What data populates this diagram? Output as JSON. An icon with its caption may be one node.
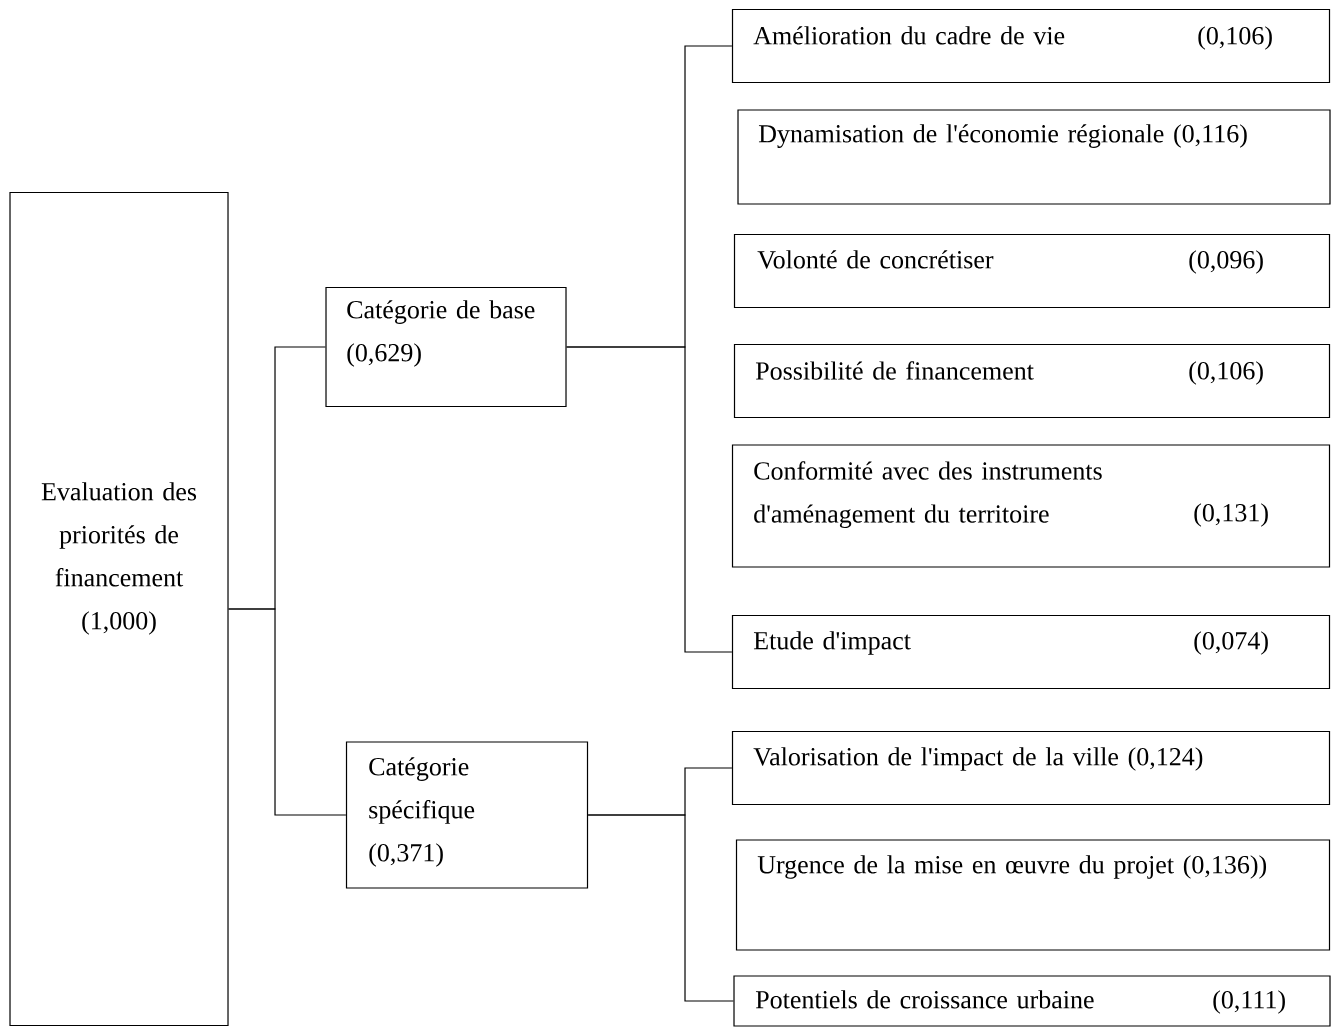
{
  "diagram": {
    "nodes": [
      {
        "text": [
          "Evaluation des priorités de financement (1,000)"
        ]
      },
      {
        "text": [
          "Catégorie de base (0,629)"
        ]
      },
      {
        "text": [
          "Amélioration du cadre de vie",
          "(0,106)"
        ]
      },
      {
        "text": [
          "Dynamisation de l'économie régionale (0,116)"
        ]
      },
      {
        "text": [
          "Volonté de concrétiser",
          "(0,096)"
        ]
      },
      {
        "text": [
          "Possibilité de financement",
          "(0,106)"
        ]
      },
      {
        "text": [
          "Conformité avec des instruments d'aménagement du territoire",
          "(0,131)"
        ]
      },
      {
        "text": [
          "Etude d'impact",
          "(0,074)"
        ]
      },
      {
        "text": [
          "Catégorie spécifique (0,371)"
        ]
      },
      {
        "text": [
          "Valorisation de l'impact de la ville (0,124)"
        ]
      },
      {
        "text": [
          "Urgence de la mise en œuvre du projet (0,136))"
        ]
      },
      {
        "text": [
          "Potentiels de croissance urbaine",
          "(0,111)"
        ]
      }
    ],
    "edges": [
      {
        "from": 0,
        "to": 1,
        "arrow": "none"
      },
      {
        "from": 0,
        "to": 8,
        "arrow": "none"
      },
      {
        "from": 1,
        "to": 2,
        "arrow": "none"
      },
      {
        "from": 1,
        "to": 7,
        "arrow": "none"
      },
      {
        "from": 8,
        "to": 9,
        "arrow": "none"
      },
      {
        "from": 8,
        "to": 11,
        "arrow": "none"
      }
    ]
  }
}
